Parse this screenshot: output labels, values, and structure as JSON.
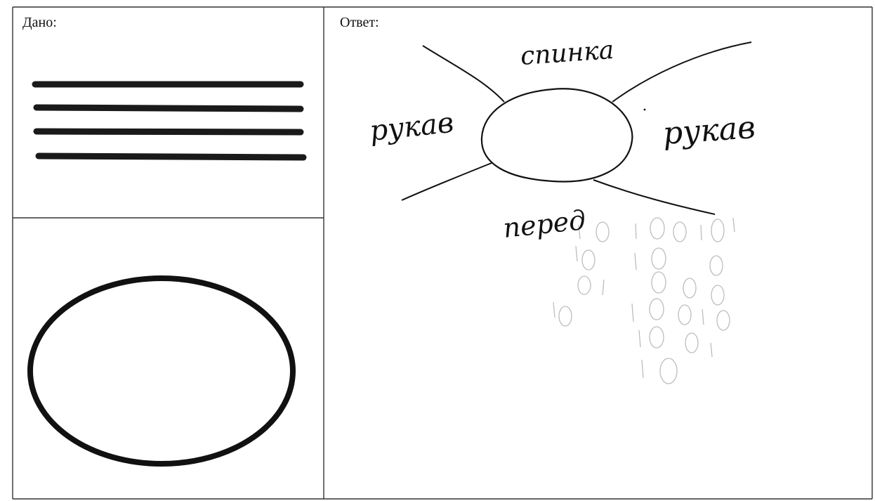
{
  "given": {
    "label": "Дано:"
  },
  "answer": {
    "label": "Ответ:",
    "handwritten_labels": {
      "top": "спинка",
      "left": "рукав",
      "right": "рукав",
      "bottom": "перед"
    }
  },
  "colors": {
    "ink": "#111111",
    "grid": "#333333",
    "stamp": "#b8b8b8"
  }
}
